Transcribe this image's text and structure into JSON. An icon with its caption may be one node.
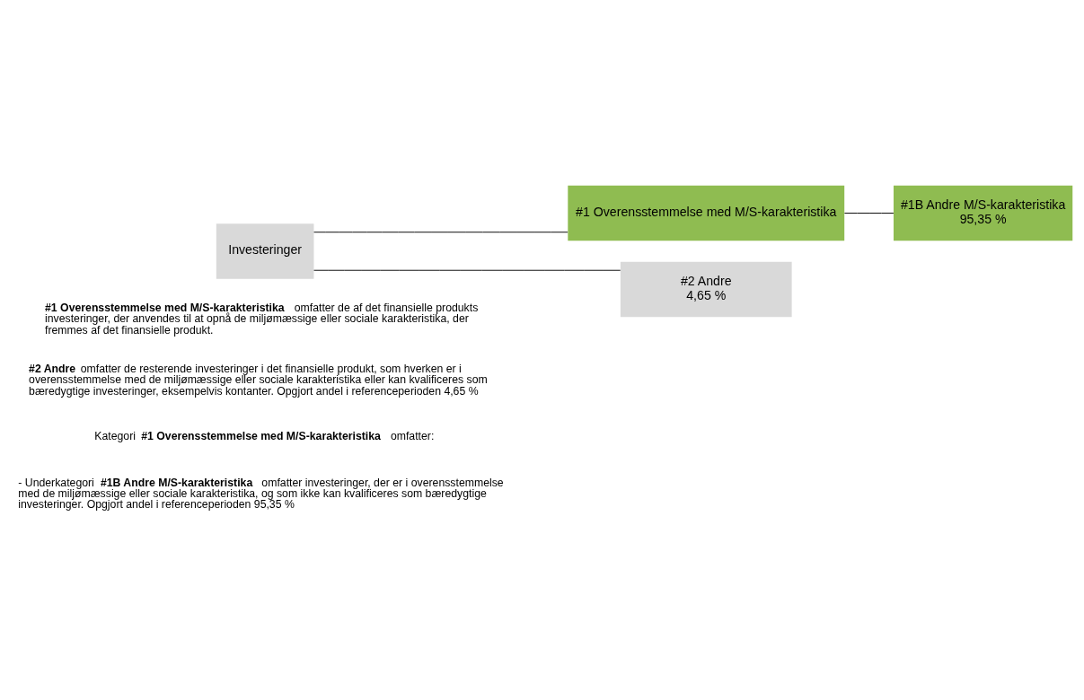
{
  "diagram": {
    "nodes": [
      {
        "text": [
          "Investeringer"
        ]
      },
      {
        "text": [
          "#1 Overensstemmelse med M/S-karakteristika"
        ]
      },
      {
        "text": [
          "#1B Andre M/S-karakteristika",
          "95,35 %"
        ]
      },
      {
        "text": [
          "#2 Andre",
          "4,65 %"
        ]
      }
    ],
    "edges": [
      {
        "from": 0,
        "to": 1,
        "arrow": "none"
      },
      {
        "from": 1,
        "to": 2,
        "arrow": "none"
      },
      {
        "from": 0,
        "to": 3,
        "arrow": "none"
      }
    ],
    "labels": [
      "**#1 Overensstemmelse med M/S-karakteristika** omfatter de af det finansielle produkts investeringer, der anvendes til at opnå de miljømæssige eller sociale karakteristika, der fremmes af det finansielle produkt.",
      "**#2 Andre** omfatter de resterende investeringer i det finansielle produkt, som hverken er i overensstemmelse med de miljømæssige eller sociale karakteristika eller kan kvalificeres som bæredygtige investeringer, eksempelvis kontanter. Opgjort andel i referenceperioden 4,65 %",
      "Kategori **#1 Overensstemmelse med M/S-karakteristika** omfatter:",
      "- Underkategori **#1B Andre M/S-karakteristika** omfatter investeringer, der er i overensstemmelse med de miljømæssige eller sociale karakteristika, og som ikke kan kvalificeres som bæredygtige investeringer. Opgjort andel i referenceperioden 95,35 %"
    ]
  }
}
